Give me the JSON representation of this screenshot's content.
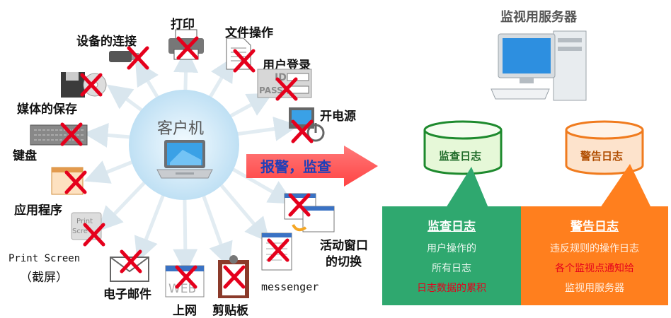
{
  "center_label": "客户机",
  "items": {
    "print": "打印",
    "file_ops": "文件操作",
    "device_conn": "设备的连接",
    "user_login": "用户登录",
    "media_save": "媒体的保存",
    "power_on": "开电源",
    "keyboard": "键盘",
    "app": "应用程序",
    "print_screen": "Print Screen",
    "print_screen_cn": "（截屏）",
    "email": "电子邮件",
    "web": "上网",
    "clipboard": "剪贴板",
    "messenger": "messenger",
    "window_switch_1": "活动窗口",
    "window_switch_2": "的切换"
  },
  "icon_text": {
    "id": "ID",
    "pass": "PASS",
    "web": "WEB",
    "print_top": "Print",
    "print_bottom": "Scre"
  },
  "arrow_label": "报警，监查",
  "server": {
    "title": "监视用服务器"
  },
  "cylinders": {
    "audit": "监查日志",
    "alert": "警告日志"
  },
  "audit_box": {
    "title": "监查日志",
    "lines": [
      "用户操作的",
      "所有日志"
    ],
    "highlight": "日志数据的累积"
  },
  "alert_box": {
    "title": "警告日志",
    "line1": "违反规则的操作日志",
    "line2": "各个监视点通知给",
    "line3": "监视用服务器"
  },
  "colors": {
    "green": "#2fa86f",
    "orange": "#ff7f1e",
    "red_x": "#e5001c",
    "arrow_red": "#ff4a4a",
    "client_blue": "#cfe8f7"
  }
}
